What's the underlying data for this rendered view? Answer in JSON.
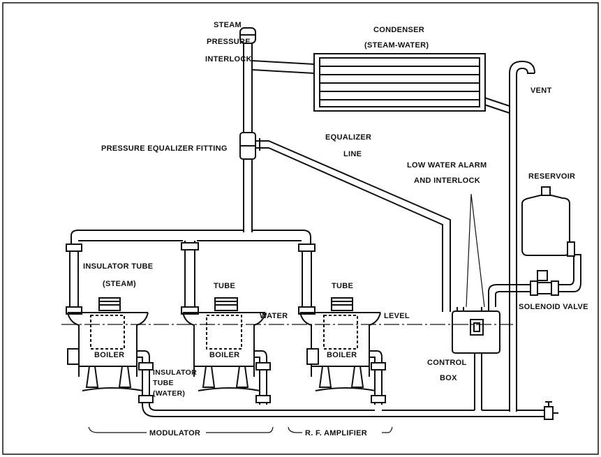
{
  "labels": {
    "steam_pressure_interlock": [
      "STEAM",
      "PRESSURE",
      "INTERLOCK"
    ],
    "condenser": [
      "CONDENSER",
      "(STEAM-WATER)"
    ],
    "vent": "VENT",
    "pressure_equalizer_fitting": "PRESSURE EQUALIZER FITTING",
    "equalizer_line": [
      "EQUALIZER",
      "LINE"
    ],
    "low_water_alarm": [
      "LOW WATER ALARM",
      "AND INTERLOCK"
    ],
    "reservoir": "RESERVOIR",
    "insulator_tube_steam": [
      "INSULATOR TUBE",
      "(STEAM)"
    ],
    "tube_1": "TUBE",
    "tube_2": "TUBE",
    "water": "WATER",
    "level": "LEVEL",
    "solenoid_valve": "SOLENOID VALVE",
    "boiler_1": "BOILER",
    "boiler_2": "BOILER",
    "boiler_3": "BOILER",
    "insulator_tube_water": [
      "INSULATOR",
      "TUBE",
      "(WATER)"
    ],
    "control_box": [
      "CONTROL",
      "BOX"
    ],
    "modulator": "MODULATOR",
    "rf_amplifier": "R. F. AMPLIFIER"
  },
  "colors": {
    "line": "#111111",
    "pipe_fill": "#ffffff",
    "background": "#ffffff"
  }
}
